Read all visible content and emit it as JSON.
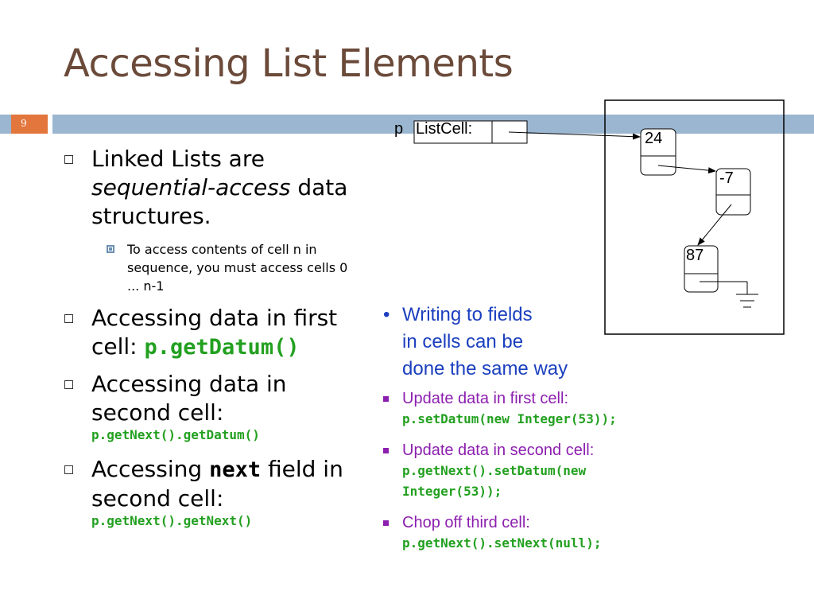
{
  "slide": {
    "title": "Accessing List Elements",
    "page_number": "9"
  },
  "left": {
    "b1_line1": "Linked Lists are",
    "b1_italic": "sequential-access",
    "b1_rest": " data",
    "b1_line3": "structures.",
    "sub_line1": "To access contents of cell n in",
    "sub_line2": "sequence, you must access cells 0",
    "sub_line3": "... n-1",
    "b2_line1": "Accessing data in first",
    "b2_line2_prefix": "cell: ",
    "b2_code": "p.getDatum()",
    "b3_line1": "Accessing data in",
    "b3_line2": "second cell:",
    "b3_code": "p.getNext().getDatum()",
    "b4_prefix": "Accessing ",
    "b4_code": "next",
    "b4_suffix": " field in",
    "b4_line2": "second cell:",
    "b4_code2": "p.getNext().getNext()"
  },
  "right": {
    "main_line1": "Writing to fields",
    "main_line2": "in cells can be",
    "main_line3": "done the same way",
    "items": [
      {
        "label": "Update data in first cell:",
        "code1": "p.setDatum(new Integer(53));",
        "code2": ""
      },
      {
        "label": "Update data in second cell:",
        "code1": "p.getNext().setDatum(new",
        "code2": "Integer(53));"
      },
      {
        "label": "Chop off third cell:",
        "code1": "p.getNext().setNext(null);",
        "code2": ""
      }
    ]
  },
  "diagram": {
    "var_name": "p",
    "var_type": "ListCell:",
    "cell_values": [
      "24",
      "-7",
      "87"
    ]
  },
  "colors": {
    "title": "#6b4a3a",
    "band": "#9bb6d0",
    "page_box": "#e2763d",
    "code": "#23a020",
    "blue_text": "#1b3fbf",
    "purple_text": "#8c1faf"
  }
}
